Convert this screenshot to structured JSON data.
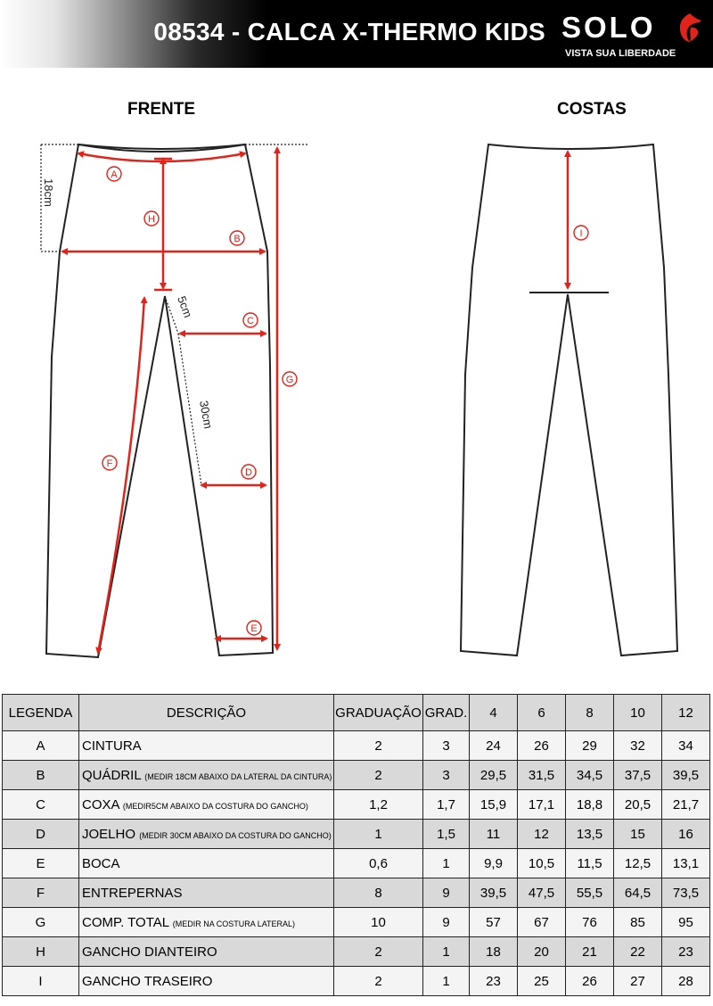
{
  "header": {
    "title": "08534 - CALCA X-THERMO KIDS",
    "brand_name": "SOLO",
    "brand_tagline": "VISTA SUA LIBERDADE"
  },
  "views": {
    "front_label": "FRENTE",
    "back_label": "COSTAS"
  },
  "annotations": {
    "front_markers": [
      "A",
      "B",
      "C",
      "D",
      "E",
      "F",
      "G",
      "H"
    ],
    "back_markers": [
      "I"
    ],
    "dim_18cm": "18cm",
    "dim_5cm": "5cm",
    "dim_30cm": "30cm"
  },
  "colors": {
    "measure_red": "#e2231a",
    "header_black": "#000000",
    "row_light": "#f4f4f4",
    "row_dark": "#d9d9d9"
  },
  "table": {
    "headers": [
      "LEGENDA",
      "DESCRIÇÃO",
      "GRADUAÇÃO",
      "GRAD.",
      "4",
      "6",
      "8",
      "10",
      "12"
    ],
    "rows": [
      {
        "legend": "A",
        "desc": "CINTURA",
        "note": "",
        "grad": "2",
        "grad2": "3",
        "v4": "24",
        "v6": "26",
        "v8": "29",
        "v10": "32",
        "v12": "34"
      },
      {
        "legend": "B",
        "desc": "QUÁDRIL",
        "note": "(MEDIR 18CM ABAIXO DA LATERAL DA CINTURA)",
        "grad": "2",
        "grad2": "3",
        "v4": "29,5",
        "v6": "31,5",
        "v8": "34,5",
        "v10": "37,5",
        "v12": "39,5"
      },
      {
        "legend": "C",
        "desc": "COXA",
        "note": "(MEDIR5CM ABAIXO DA COSTURA DO GANCHO)",
        "grad": "1,2",
        "grad2": "1,7",
        "v4": "15,9",
        "v6": "17,1",
        "v8": "18,8",
        "v10": "20,5",
        "v12": "21,7"
      },
      {
        "legend": "D",
        "desc": "JOELHO",
        "note": "(MEDIR 30CM ABAIXO DA COSTURA DO GANCHO)",
        "grad": "1",
        "grad2": "1,5",
        "v4": "11",
        "v6": "12",
        "v8": "13,5",
        "v10": "15",
        "v12": "16"
      },
      {
        "legend": "E",
        "desc": "BOCA",
        "note": "",
        "grad": "0,6",
        "grad2": "1",
        "v4": "9,9",
        "v6": "10,5",
        "v8": "11,5",
        "v10": "12,5",
        "v12": "13,1"
      },
      {
        "legend": "F",
        "desc": "ENTREPERNAS",
        "note": "",
        "grad": "8",
        "grad2": "9",
        "v4": "39,5",
        "v6": "47,5",
        "v8": "55,5",
        "v10": "64,5",
        "v12": "73,5"
      },
      {
        "legend": "G",
        "desc": "COMP. TOTAL",
        "note": "(MEDIR NA COSTURA LATERAL)",
        "grad": "10",
        "grad2": "9",
        "v4": "57",
        "v6": "67",
        "v8": "76",
        "v10": "85",
        "v12": "95"
      },
      {
        "legend": "H",
        "desc": "GANCHO DIANTEIRO",
        "note": "",
        "grad": "2",
        "grad2": "1",
        "v4": "18",
        "v6": "20",
        "v8": "21",
        "v10": "22",
        "v12": "23"
      },
      {
        "legend": "I",
        "desc": "GANCHO TRASEIRO",
        "note": "",
        "grad": "2",
        "grad2": "1",
        "v4": "23",
        "v6": "25",
        "v8": "26",
        "v10": "27",
        "v12": "28"
      }
    ]
  }
}
